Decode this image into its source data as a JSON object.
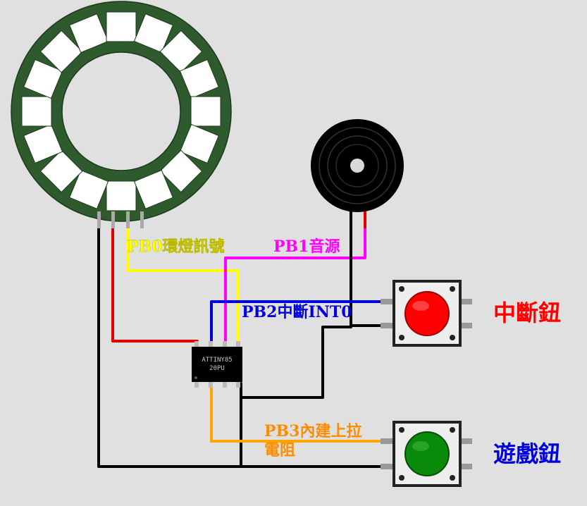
{
  "chip": {
    "line1": "ATTINY85",
    "line2": "20PU"
  },
  "labels": {
    "pb0": "PB0環燈訊號",
    "pb1": "PB1音源",
    "pb2": "PB2中斷INT0",
    "pb3_line1": "PB3內建上拉",
    "pb3_line2": "電阻",
    "interrupt_button": "中斷鈕",
    "game_button": "遊戲鈕"
  },
  "colors": {
    "ring_pcb": "#2e5a2e",
    "led": "#ffffff",
    "wire_black": "#000000",
    "wire_red": "#e00000",
    "wire_yellow": "#ffff00",
    "wire_magenta": "#ff00ff",
    "wire_blue": "#0000dd",
    "wire_orange": "#ffa500",
    "button_red": "#ff0000",
    "button_green": "#0a8a0a",
    "label_pb0": "#ffff00",
    "label_pb1": "#ff00ff",
    "label_pb2": "#0000dd",
    "label_pb3": "#ff8c00",
    "label_interrupt": "#ff0000",
    "label_game": "#0000dd"
  },
  "ring": {
    "led_count": 16
  }
}
